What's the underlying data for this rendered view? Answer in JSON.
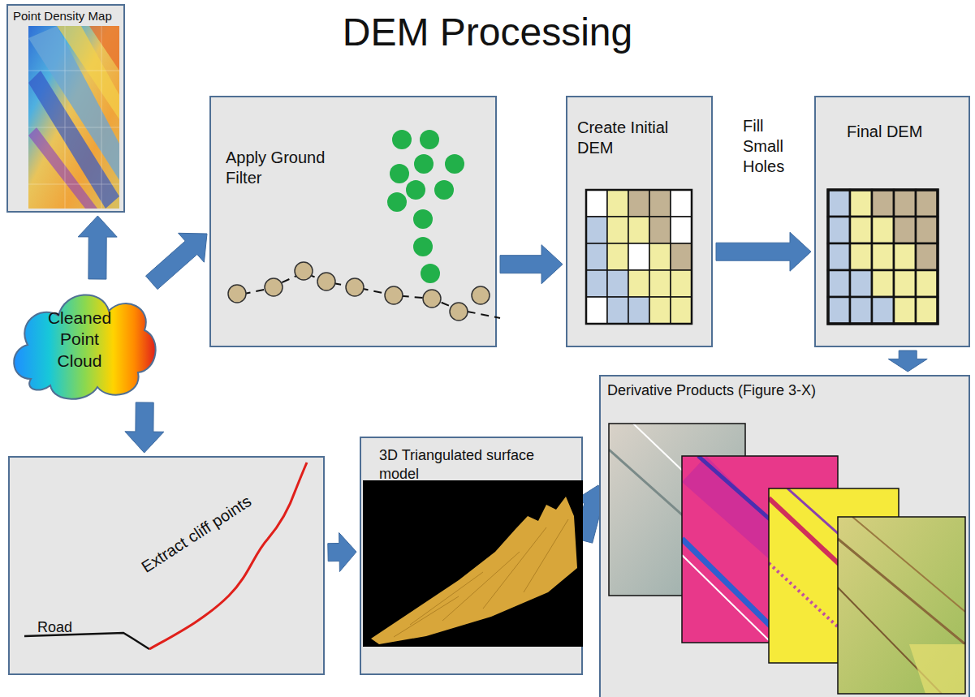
{
  "diagram": {
    "title": "DEM Processing",
    "nodes": [
      {
        "text": [
          "Point Density Map"
        ]
      },
      {
        "text": [
          "Cleaned Point Cloud"
        ]
      },
      {
        "text": [
          "Apply Ground Filter"
        ]
      },
      {
        "text": [
          "Create Initial DEM"
        ]
      },
      {
        "text": [
          "Final DEM"
        ]
      },
      {
        "text": [
          "Extract cliff points"
        ]
      },
      {
        "text": [
          "3D Triangulated surface model"
        ]
      },
      {
        "text": [
          "Derivative Products (Figure 3-X)"
        ]
      }
    ],
    "edges": [
      {
        "from": 1,
        "to": 0,
        "arrow": "to"
      },
      {
        "from": 1,
        "to": 2,
        "arrow": "to"
      },
      {
        "from": 2,
        "to": 3,
        "arrow": "to"
      },
      {
        "from": 3,
        "to": 4,
        "arrow": "to",
        "label": "Fill Small Holes"
      },
      {
        "from": 4,
        "to": 7,
        "arrow": "to"
      },
      {
        "from": 1,
        "to": 5,
        "arrow": "to"
      },
      {
        "from": 5,
        "to": 6,
        "arrow": "to"
      },
      {
        "from": 6,
        "to": 7,
        "arrow": "to"
      }
    ],
    "labels": [
      "Road"
    ]
  }
}
